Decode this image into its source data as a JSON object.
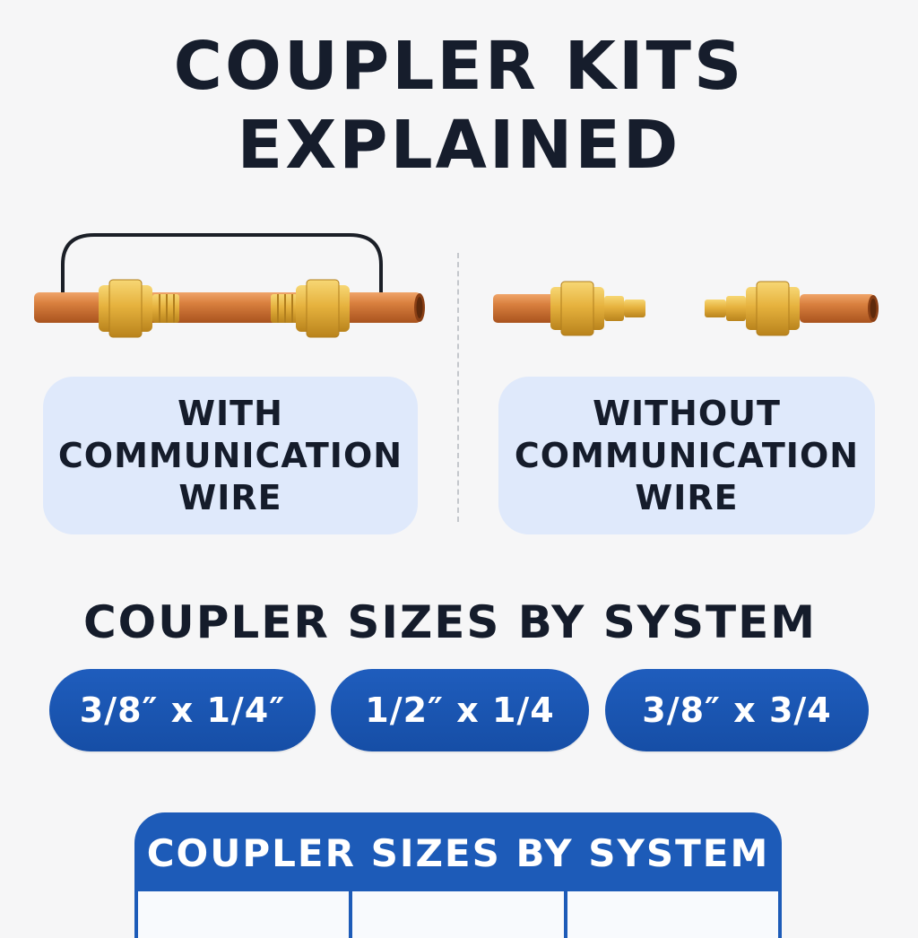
{
  "title": {
    "line1": "COUPLER KITS",
    "line2": "EXPLAINED"
  },
  "kits": {
    "with_wire": {
      "line1": "WITH",
      "line2": "COMMUNICATION",
      "line3": "WIRE"
    },
    "without_wire": {
      "line1": "WITHOUT",
      "line2": "COMMUNICATION",
      "line3": "WIRE"
    }
  },
  "sizes": {
    "heading": "COUPLER SIZES BY SYSTEM",
    "options": [
      "3/8″ x 1/4″",
      "1/2″ x 1/4",
      "3/8″ x 3/4"
    ]
  },
  "table": {
    "title": "COUPLER SIZES BY SYSTEM"
  },
  "colors": {
    "copper": "#cf7536",
    "brass": "#e0ac3a",
    "pill_blue": "#1b56b3",
    "label_bg": "#dfe9fb",
    "title_text": "#161d2c"
  }
}
